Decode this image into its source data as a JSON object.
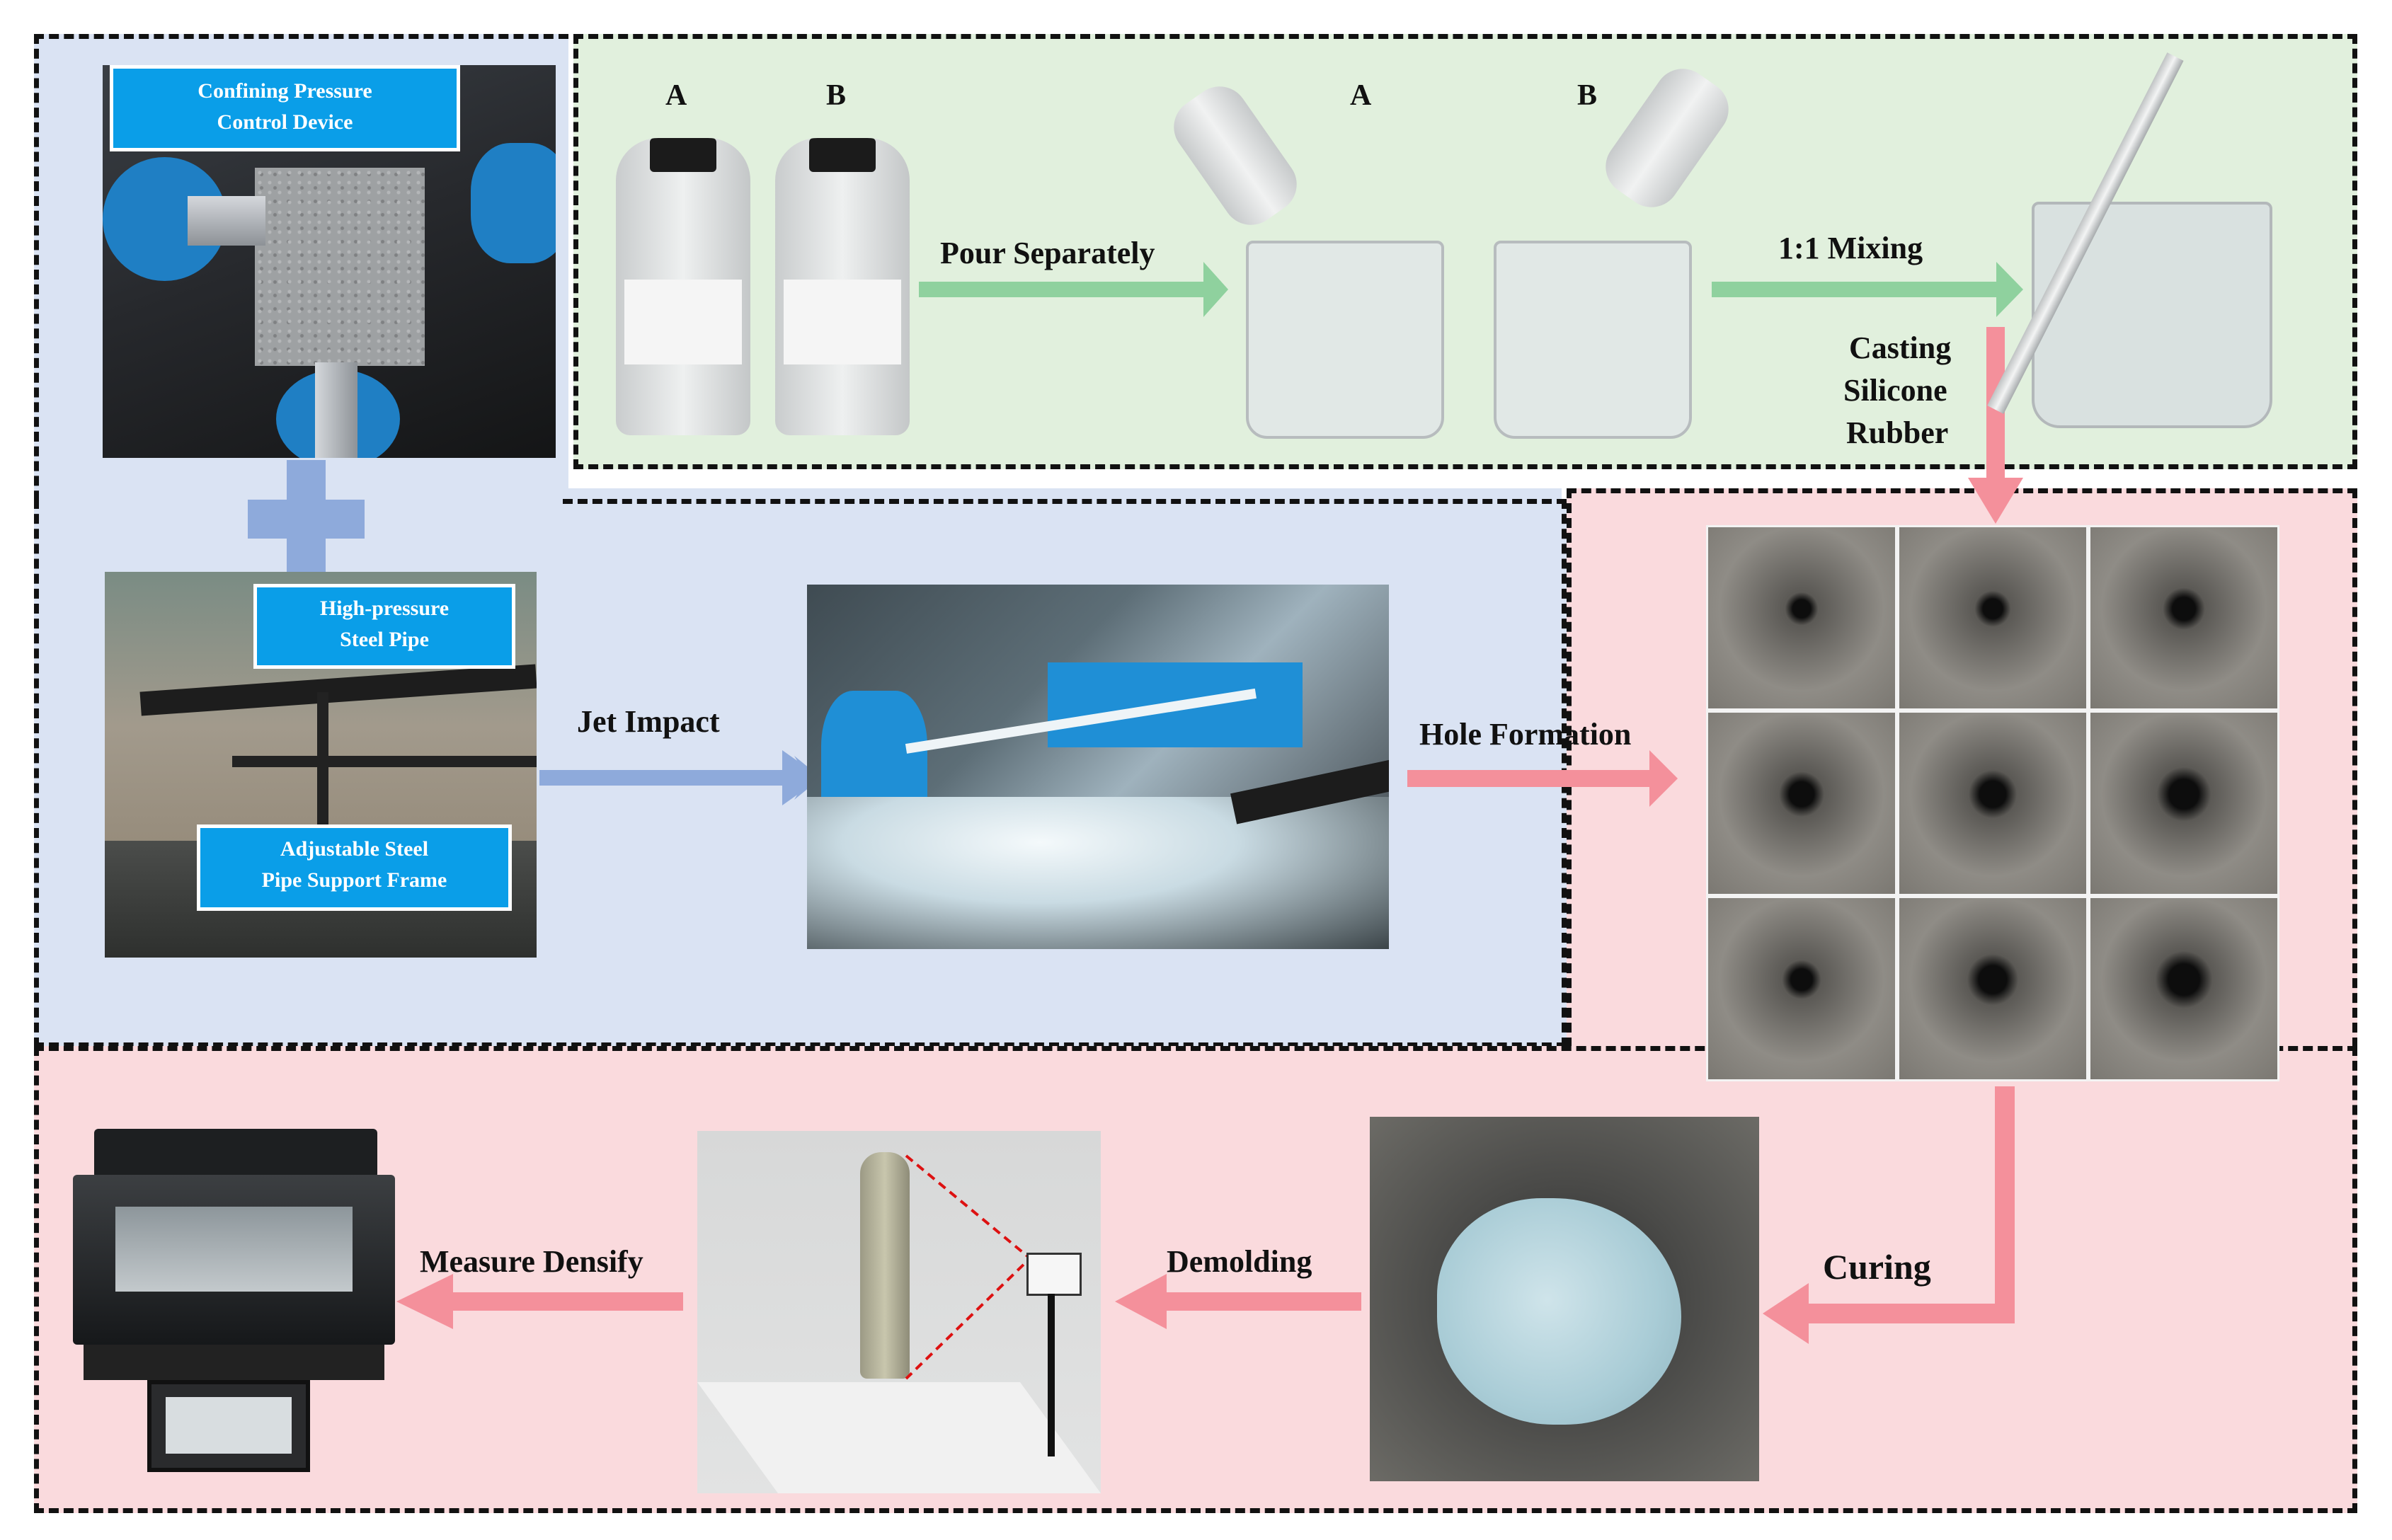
{
  "colors": {
    "blue_panel": "#dae3f3",
    "green_panel": "#e1f0dd",
    "pink_panel": "#fadadd",
    "blue_arrow": "#8eaadb",
    "green_arrow": "#8fd19e",
    "pink_arrow": "#f4909b",
    "tag_blue": "#0a9ee8"
  },
  "confining": {
    "tag_line1": "Confining Pressure",
    "tag_line2": "Control Device"
  },
  "pipe": {
    "tag1_line1": "High-pressure",
    "tag1_line2": "Steel Pipe",
    "tag2_line1": "Adjustable Steel",
    "tag2_line2": "Pipe Support Frame"
  },
  "mixing": {
    "bottle_a": "A",
    "bottle_b": "B",
    "beaker_a": "A",
    "beaker_b": "B",
    "pour_label": "Pour Separately",
    "mix_label": "1:1 Mixing",
    "casting_line1": "Casting",
    "casting_line2": "Silicone",
    "casting_line3": "Rubber"
  },
  "flow": {
    "jet_label": "Jet Impact",
    "hole_label": "Hole Formation",
    "curing_label": "Curing",
    "demolding_label": "Demolding",
    "measure_label": "Measure Densify"
  }
}
